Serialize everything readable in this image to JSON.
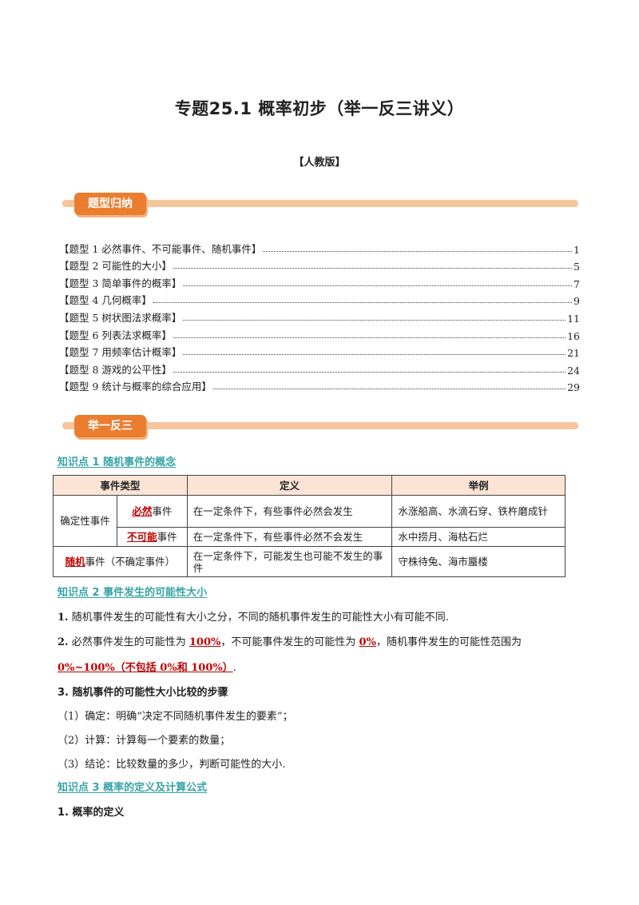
{
  "title": "专题25.1    概率初步（举一反三讲义）",
  "subtitle": "【人教版】",
  "section_toc": "题型归纳",
  "toc": [
    {
      "label": "【题型 1    必然事件、不可能事件、随机事件】",
      "page": "1"
    },
    {
      "label": "【题型 2    可能性的大小】",
      "page": "5"
    },
    {
      "label": "【题型 3    简单事件的概率】",
      "page": "7"
    },
    {
      "label": "【题型 4    几何概率】",
      "page": "9"
    },
    {
      "label": "【题型 5    树状图法求概率】",
      "page": "11"
    },
    {
      "label": "【题型 6    列表法求概率】",
      "page": "16"
    },
    {
      "label": "【题型 7    用频率估计概率】",
      "page": "21"
    },
    {
      "label": "【题型 8    游戏的公平性】",
      "page": "24"
    },
    {
      "label": "【题型 9    统计与概率的综合应用】",
      "page": "29"
    }
  ],
  "section_main": "举一反三",
  "kp1": "知识点 1    随机事件的概念",
  "table": {
    "headers": [
      "事件类型",
      "定义",
      "举例"
    ],
    "group_label": "确定性事件",
    "rows": [
      {
        "type_red": "必然",
        "type_rest": "事件",
        "definition": "在一定条件下，有些事件必然会发生",
        "example": "水涨船高、水滴石穿、铁杵磨成针"
      },
      {
        "type_red": "不可能",
        "type_rest": "事件",
        "definition": "在一定条件下，有些事件必然不会发生",
        "example": "水中捞月、海枯石烂"
      },
      {
        "type_red": "随机",
        "type_rest": "事件（不确定事件）",
        "definition": "在一定条件下，可能发生也可能不发生的事件",
        "example": "守株待兔、海市蜃楼"
      }
    ]
  },
  "kp2": "知识点 2    事件发生的可能性大小",
  "p1_num": "1.",
  "p1": "随机事件发生的可能性有大小之分，不同的随机事件发生的可能性大小有可能不同.",
  "p2_num": "2.",
  "p2_a": "必然事件发生的可能性为",
  "p2_b": "100%",
  "p2_c": "，不可能事件发生的可能性为",
  "p2_d": "0%",
  "p2_e": "，随机事件发生的可能性范围为",
  "p2_f": "0%~100%（不包括 0%和 100%）",
  "p2_g": ".",
  "p3": "3.  随机事件的可能性大小比较的步骤",
  "steps": [
    "（1）确定：明确“决定不同随机事件发生的要素”；",
    "（2）计算：计算每一个要素的数量；",
    "（3）结论：比较数量的多少，判断可能性的大小."
  ],
  "kp3": "知识点 3    概率的定义及计算公式",
  "p4": "1.    概率的定义"
}
